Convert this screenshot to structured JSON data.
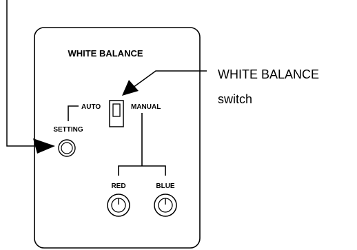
{
  "panel": {
    "title": "WHITE BALANCE",
    "auto_label": "AUTO",
    "manual_label": "MANUAL",
    "setting_label": "SETTING",
    "red_label": "RED",
    "blue_label": "BLUE"
  },
  "callout": {
    "line1": "WHITE BALANCE",
    "line2": "switch"
  },
  "colors": {
    "ink": "#000000",
    "background": "#ffffff"
  }
}
